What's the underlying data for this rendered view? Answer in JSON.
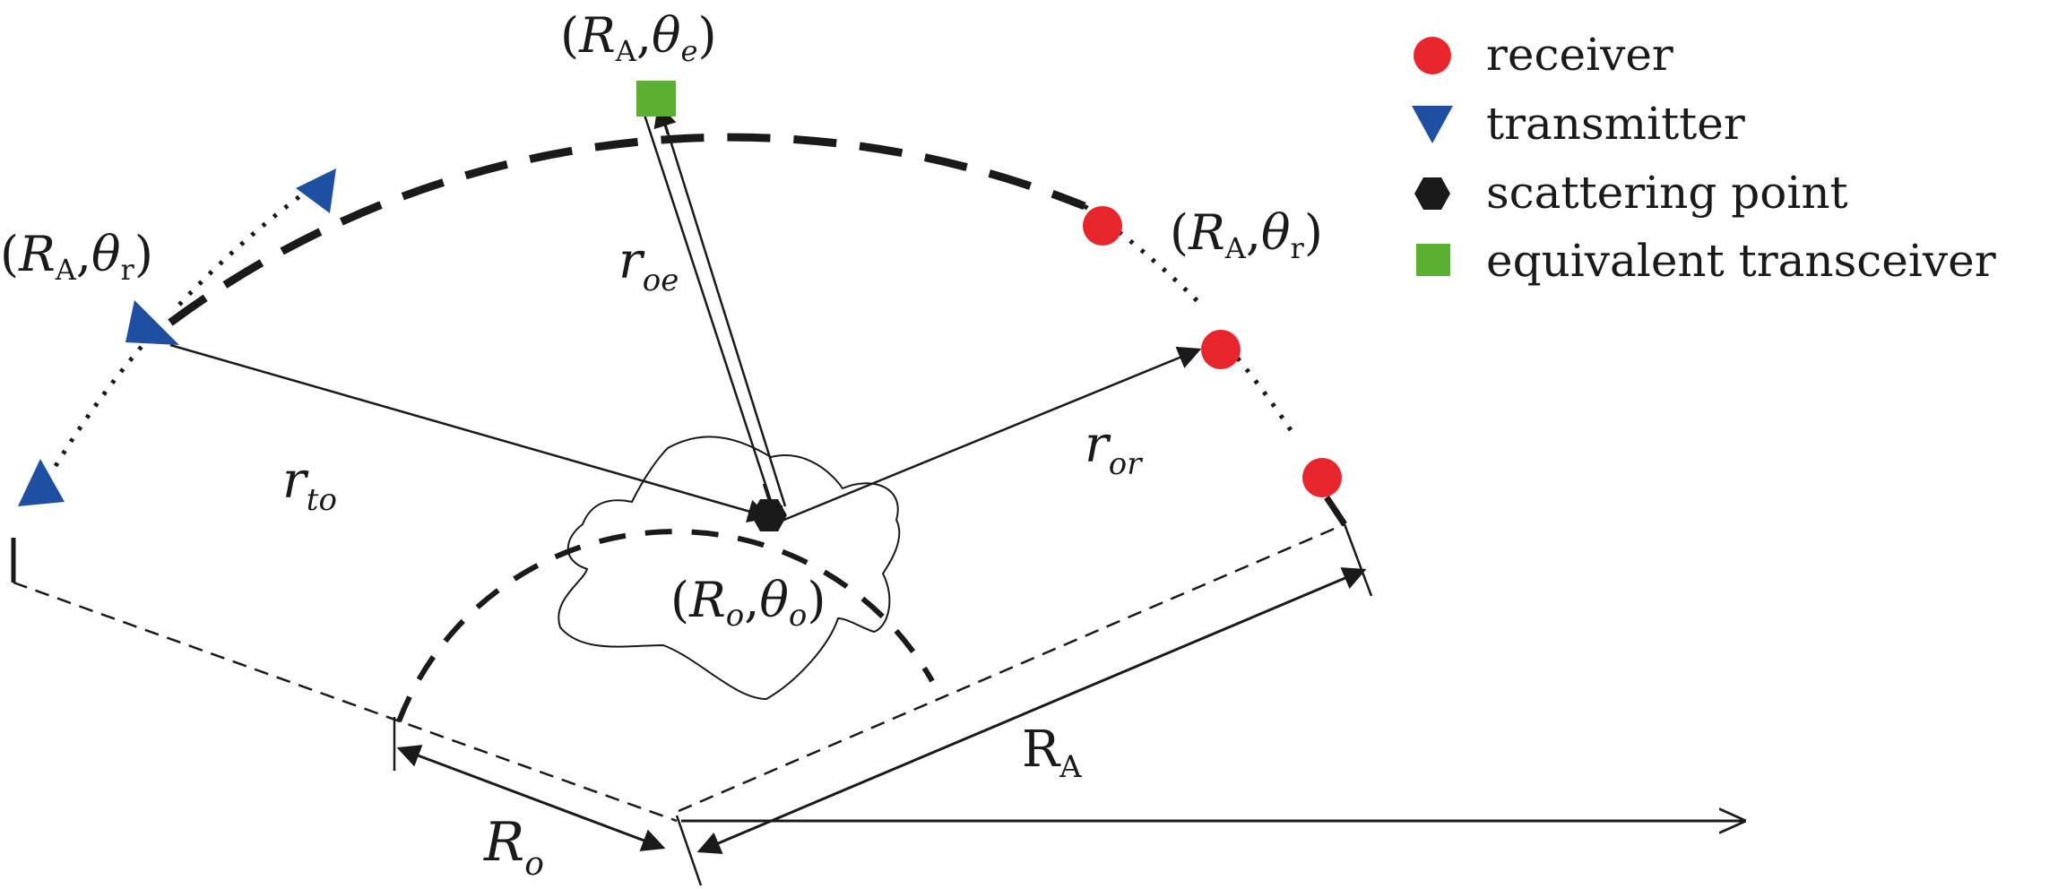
{
  "legend": [
    {
      "label": "receiver",
      "marker": "red-circle",
      "color": "#e8242c"
    },
    {
      "label": "transmitter",
      "marker": "blue-triangle",
      "color": "#1f4fa0"
    },
    {
      "label": "scattering point",
      "marker": "black-hexagon",
      "color": "#1a1a1a"
    },
    {
      "label": "equivalent transceiver",
      "marker": "green-square",
      "color": "#5cb030"
    }
  ],
  "labels": {
    "equivalent_pos": {
      "open": "(",
      "main1": "R",
      "sub1": "A",
      "sep": ",",
      "main2": "θ",
      "sub2": "e",
      "close": ")"
    },
    "transmitter_pos": {
      "open": "(",
      "main1": "R",
      "sub1": "A",
      "sep": ",",
      "main2": "θ",
      "sub2": "r",
      "close": ")"
    },
    "receiver_pos": {
      "open": "(",
      "main1": "R",
      "sub1": "A",
      "sep": ",",
      "main2": "θ",
      "sub2": "r",
      "close": ")"
    },
    "scatter_pos": {
      "open": "(",
      "main1": "R",
      "sub1": "o",
      "sep": ",",
      "main2": "θ",
      "sub2": "o",
      "close": ")"
    },
    "r_oe": {
      "main": "r",
      "sub": "oe"
    },
    "r_to": {
      "main": "r",
      "sub": "to"
    },
    "r_or": {
      "main": "r",
      "sub": "or"
    },
    "R_A": {
      "main": "R",
      "sub": "A"
    },
    "R_o": {
      "main": "R",
      "sub": "o"
    }
  },
  "colors": {
    "receiver": "#e8242c",
    "transmitter": "#1f4fa0",
    "scatter": "#1a1a1a",
    "equivalent": "#5cb030",
    "ink": "#1a1a1a"
  }
}
